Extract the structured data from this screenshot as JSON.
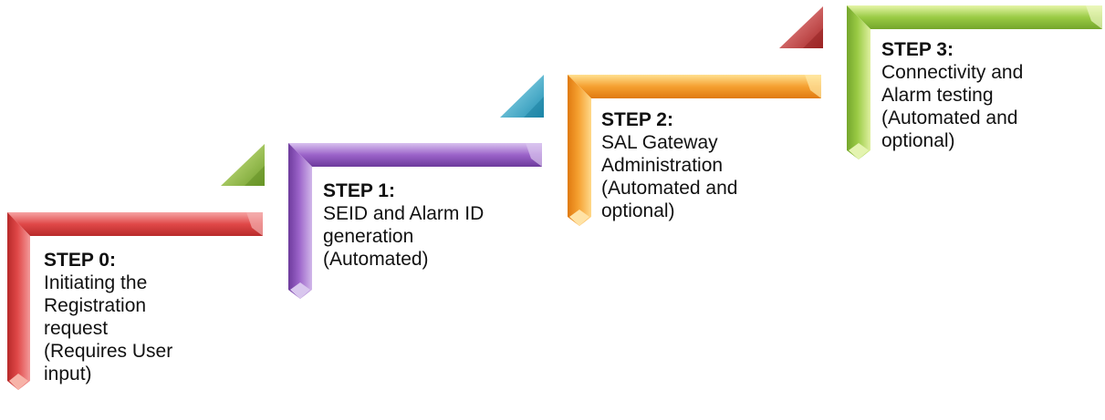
{
  "steps": [
    {
      "title": "STEP 0:",
      "description": "Initiating the\nRegistration\nrequest\n(Requires User\ninput)",
      "color": "#d63a3a"
    },
    {
      "title": "STEP 1:",
      "description": "SEID and Alarm ID\ngeneration\n(Automated)",
      "color": "#8a4fb8"
    },
    {
      "title": "STEP 2:",
      "description": "SAL Gateway\nAdministration\n(Automated and\noptional)",
      "color": "#f39a25"
    },
    {
      "title": "STEP 3:",
      "description": "Connectivity and\nAlarm testing\n(Automated and\noptional)",
      "color": "#8fc13f"
    }
  ],
  "triangles": [
    {
      "color": "#8fc13f"
    },
    {
      "color": "#3bb3d3"
    },
    {
      "color": "#c23535"
    }
  ]
}
